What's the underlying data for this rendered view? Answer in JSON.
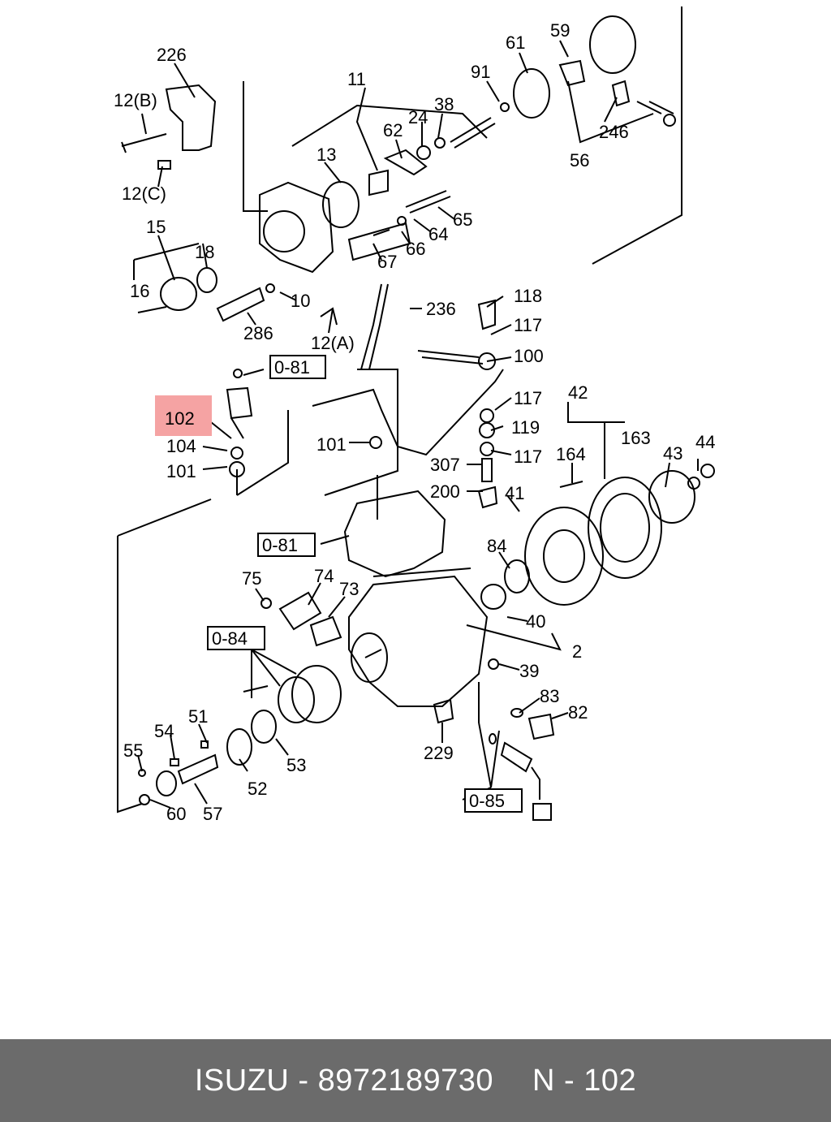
{
  "footer": {
    "brand": "ISUZU",
    "separator": " - ",
    "part_number": "8972189730",
    "ref_prefix": "N - ",
    "ref_number": "102"
  },
  "highlight": {
    "label": "102",
    "color": "#f5a3a3"
  },
  "colors": {
    "line": "#000000",
    "footer_bg": "#6b6b6b",
    "footer_text": "#ffffff"
  },
  "labels": {
    "l226": "226",
    "l12b": "12(B)",
    "l12c": "12(C)",
    "l11": "11",
    "l13": "13",
    "l62": "62",
    "l24": "24",
    "l38": "38",
    "l91": "91",
    "l61": "61",
    "l59": "59",
    "l246": "246",
    "l56": "56",
    "l65": "65",
    "l64": "64",
    "l66": "66",
    "l67": "67",
    "l15": "15",
    "l18": "18",
    "l16": "16",
    "l286": "286",
    "l10": "10",
    "l12a": "12(A)",
    "l236": "236",
    "l118": "118",
    "l117a": "117",
    "l100": "100",
    "l117b": "117",
    "l119": "119",
    "l117c": "117",
    "l081a": "0-81",
    "l104": "104",
    "l101a": "101",
    "l101b": "101",
    "l307": "307",
    "l200": "200",
    "l41": "41",
    "l42": "42",
    "l163": "163",
    "l164": "164",
    "l43": "43",
    "l44": "44",
    "l081b": "0-81",
    "l84": "84",
    "l75": "75",
    "l74": "74",
    "l73": "73",
    "l40": "40",
    "l2": "2",
    "l084": "0-84",
    "l39": "39",
    "l83": "83",
    "l82": "82",
    "l51": "51",
    "l54": "54",
    "l55": "55",
    "l53": "53",
    "l52": "52",
    "l229": "229",
    "l60": "60",
    "l57": "57",
    "l085": "0-85"
  }
}
